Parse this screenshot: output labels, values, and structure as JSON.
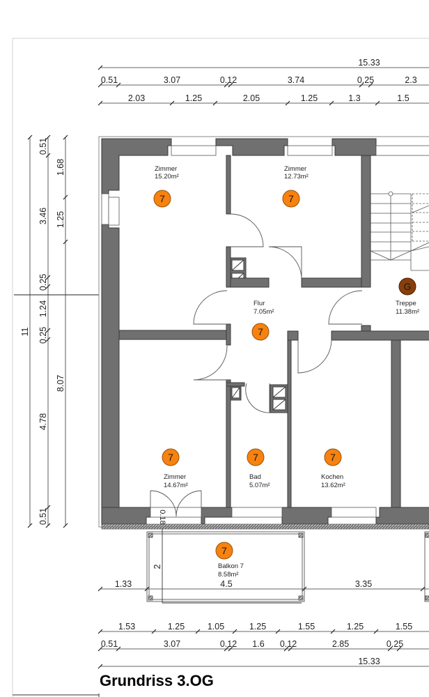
{
  "title": "Grundriss 3.OG",
  "colors": {
    "wall": "#707070",
    "wall_outline": "#3a3a3a",
    "badge_apartment": "#f7820f",
    "badge_common": "#8a3f0a",
    "line": "#333333"
  },
  "dimensions": {
    "top_total": "15.33",
    "top_row1": [
      "0.51",
      "3.07",
      "0.12",
      "3.74",
      "0.25",
      "2.3"
    ],
    "top_row2": [
      "2.03",
      "1.25",
      "2.05",
      "1.25",
      "1.3",
      "1.5"
    ],
    "left_total": "11",
    "left_row1": [
      "0.51",
      "3.46",
      "0.25",
      "1.24",
      "0.25",
      "4.78",
      "0.51"
    ],
    "left_row2": [
      "1.68",
      "1.25",
      "8.07"
    ],
    "balcony_small": "0.18",
    "balcony_depth": "2",
    "balcony_row": [
      "1.33",
      "4.5",
      "3.35"
    ],
    "bottom_row1": [
      "1.53",
      "1.25",
      "1.05",
      "1.25",
      "1.55",
      "1.25",
      "1.55"
    ],
    "bottom_row2": [
      "0.51",
      "3.07",
      "0.12",
      "1.6",
      "0.12",
      "2.85",
      "0.25"
    ],
    "bottom_total": "15.33"
  },
  "rooms": [
    {
      "name": "Zimmer",
      "area": "15.20m²",
      "badge": "7"
    },
    {
      "name": "Zimmer",
      "area": "12.73m²",
      "badge": "7"
    },
    {
      "name": "Flur",
      "area": "7.05m²",
      "badge": "7"
    },
    {
      "name": "Treppe",
      "area": "11.38m²",
      "badge": "G"
    },
    {
      "name": "Zimmer",
      "area": "14.67m²",
      "badge": "7"
    },
    {
      "name": "Bad",
      "area": "5.07m²",
      "badge": "7"
    },
    {
      "name": "Kochen",
      "area": "13.62m²",
      "badge": "7"
    },
    {
      "name": "Balkon 7",
      "area": "8.58m²",
      "badge": "7"
    }
  ]
}
